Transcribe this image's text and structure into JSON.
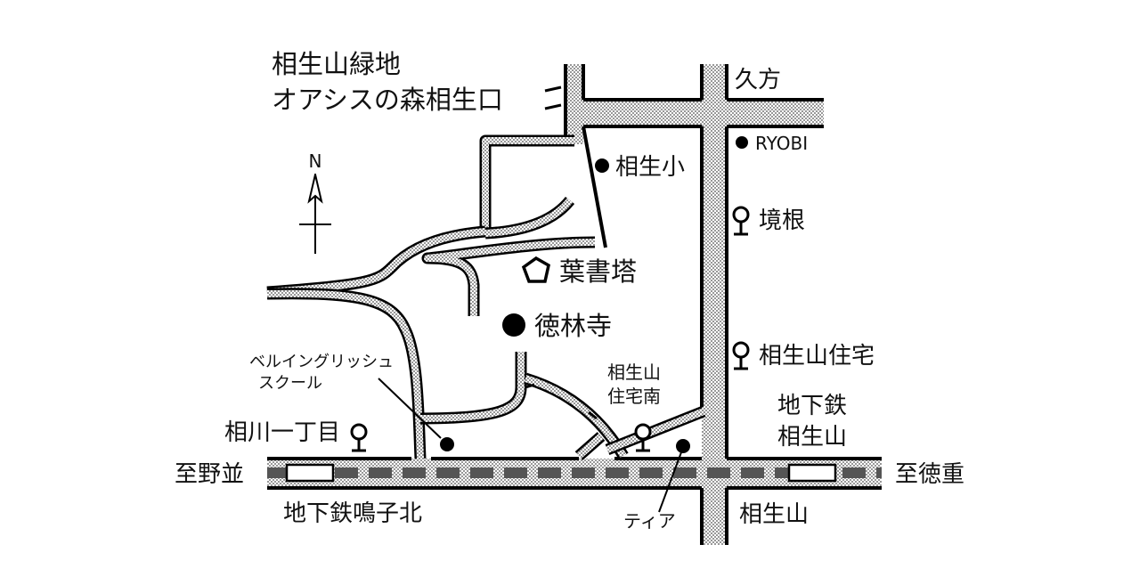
{
  "colors": {
    "ink": "#111111",
    "paper": "#ffffff",
    "rail": "#555555",
    "dots": "#777777"
  },
  "compass": {
    "label": "N"
  },
  "labels": {
    "park_line1": "相生山緑地",
    "park_line2": "オアシスの森相生口",
    "hisakata": "久方",
    "school": "相生小",
    "tower": "葉書塔",
    "temple": "徳林寺",
    "ryobi": "RYOBI",
    "sakaine": "境根",
    "aioiyama_jutaku": "相生山住宅",
    "jutaku_minami_1": "相生山",
    "jutaku_minami_2": "住宅南",
    "english_school_1": "ベルイングリッシュ",
    "english_school_2": "スクール",
    "aikawa": "相川一丁目",
    "subway_1": "地下鉄",
    "subway_2": "相生山",
    "to_nonami": "至野並",
    "to_tokushige": "至徳重",
    "narukokita": "地下鉄鳴子北",
    "tia": "ティア",
    "aioiyama_bottom": "相生山"
  }
}
